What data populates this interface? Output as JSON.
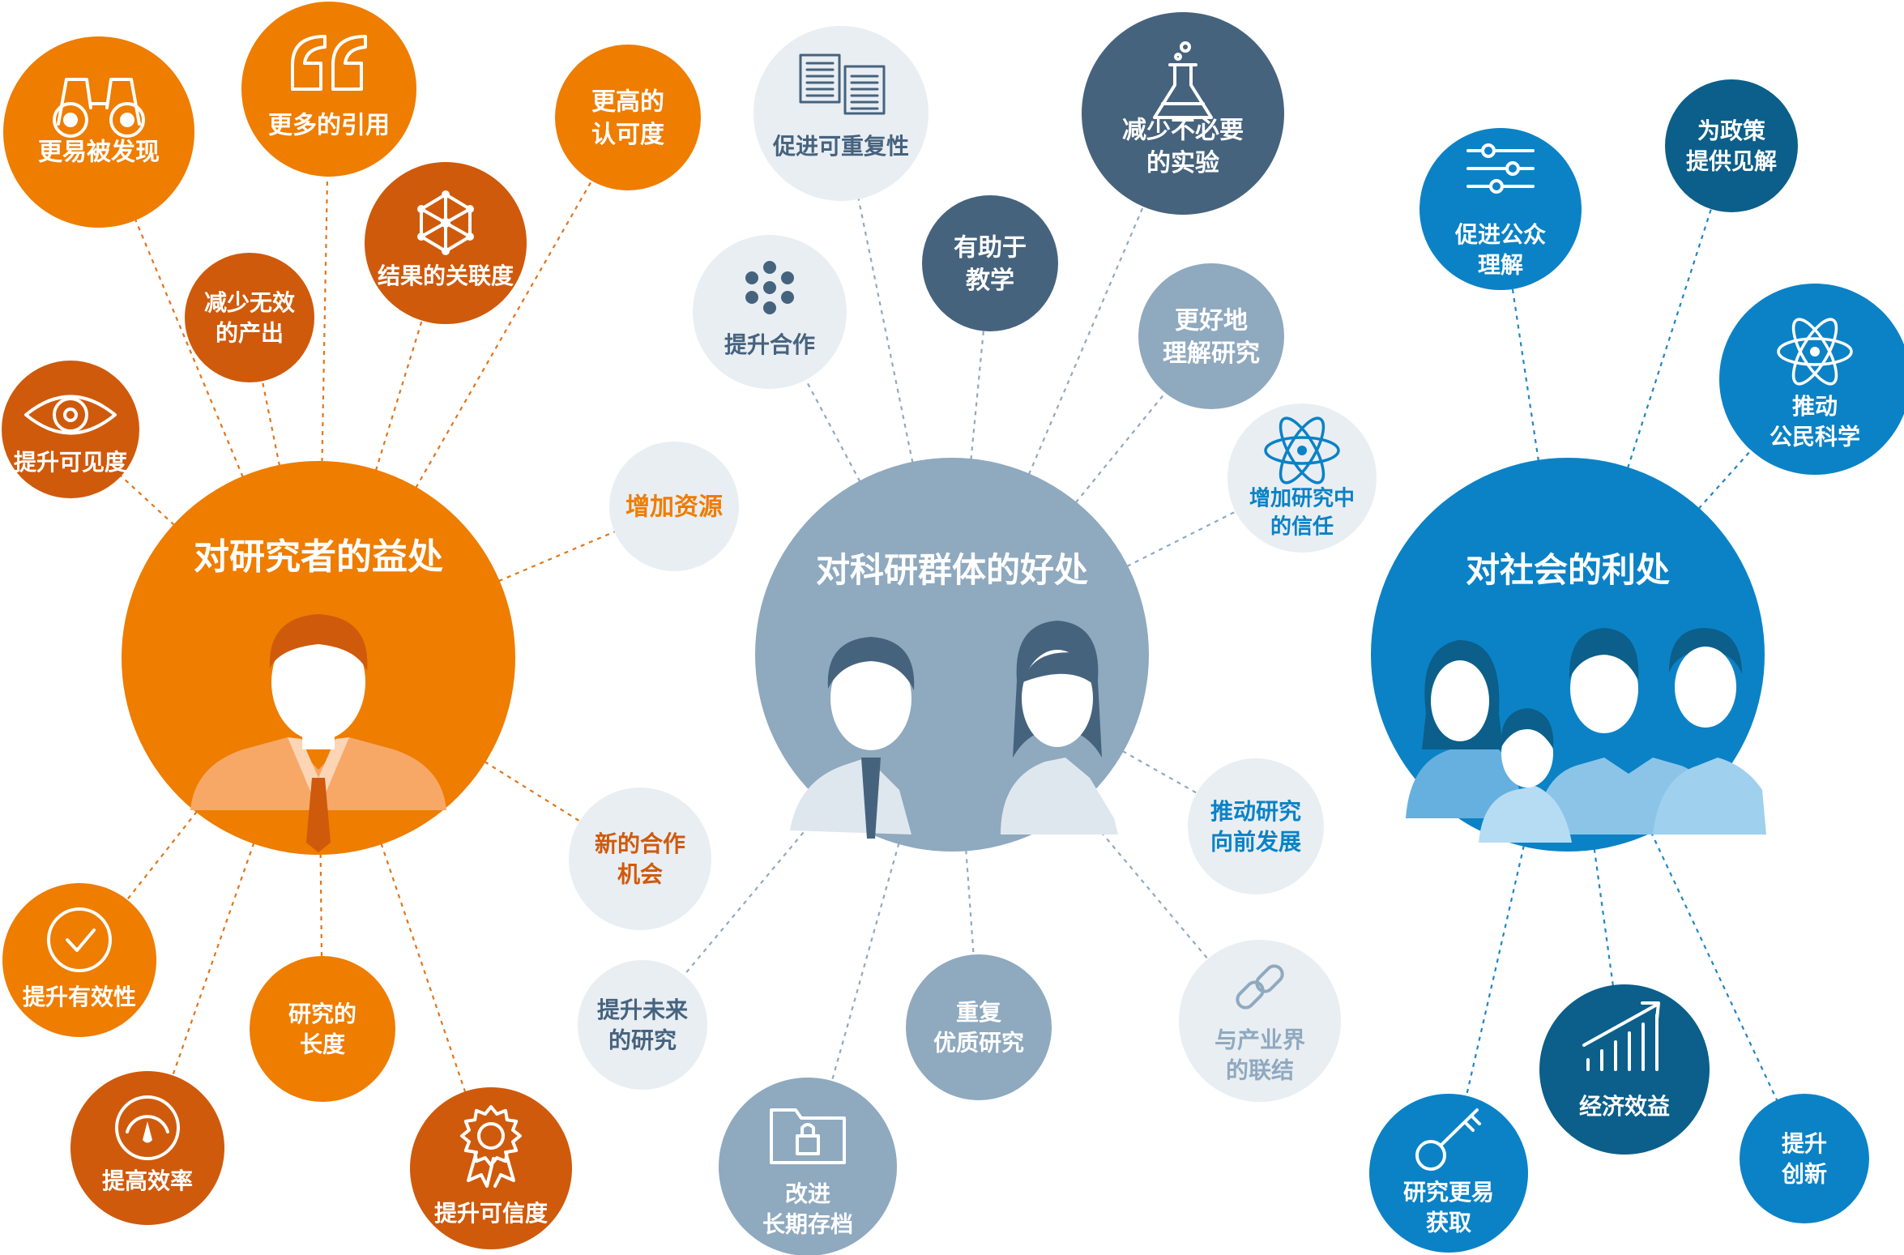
{
  "hubs": {
    "researchers": {
      "title": "对研究者的益处"
    },
    "community": {
      "title": "对科研群体的好处"
    },
    "society": {
      "title": "对社会的利处"
    }
  },
  "nodes": {
    "discover": {
      "lines": [
        "更易被发现"
      ]
    },
    "citations": {
      "lines": [
        "更多的引用"
      ]
    },
    "recognition": {
      "lines": [
        "更高的",
        "认可度"
      ]
    },
    "relevance": {
      "lines": [
        "结果的关联度"
      ]
    },
    "less_waste": {
      "lines": [
        "减少无效",
        "的产出"
      ]
    },
    "visibility": {
      "lines": [
        "提升可见度"
      ]
    },
    "validity": {
      "lines": [
        "提升有效性"
      ]
    },
    "longevity": {
      "lines": [
        "研究的",
        "长度"
      ]
    },
    "efficiency": {
      "lines": [
        "提高效率"
      ]
    },
    "credibility": {
      "lines": [
        "提升可信度"
      ]
    },
    "resources": {
      "lines": [
        "增加资源"
      ]
    },
    "new_collab": {
      "lines": [
        "新的合作",
        "机会"
      ]
    },
    "future": {
      "lines": [
        "提升未来",
        "的研究"
      ]
    },
    "reproduce": {
      "lines": [
        "促进可重复性"
      ]
    },
    "collab": {
      "lines": [
        "提升合作"
      ]
    },
    "teaching": {
      "lines": [
        "有助于",
        "教学"
      ]
    },
    "fewer_exp": {
      "lines": [
        "减少不必要",
        "的实验"
      ]
    },
    "understand": {
      "lines": [
        "更好地",
        "理解研究"
      ]
    },
    "trust": {
      "lines": [
        "增加研究中",
        "的信任"
      ]
    },
    "advance": {
      "lines": [
        "推动研究",
        "向前发展"
      ]
    },
    "industry": {
      "lines": [
        "与产业界",
        "的联结"
      ]
    },
    "quality": {
      "lines": [
        "重复",
        "优质研究"
      ]
    },
    "archive": {
      "lines": [
        "改进",
        "长期存档"
      ]
    },
    "public": {
      "lines": [
        "促进公众",
        "理解"
      ]
    },
    "policy": {
      "lines": [
        "为政策",
        "提供见解"
      ]
    },
    "citizen": {
      "lines": [
        "推动",
        "公民科学"
      ]
    },
    "economic": {
      "lines": [
        "经济效益"
      ]
    },
    "access": {
      "lines": [
        "研究更易",
        "获取"
      ]
    },
    "innovation": {
      "lines": [
        "提升",
        "创新"
      ]
    }
  },
  "colors": {
    "orange": "#ee7d00",
    "orange_dark": "#cf5a0c",
    "slate": "#8fa9bf",
    "slate_dark": "#46637e",
    "pale": "#e9eef3",
    "blue": "#0b82c6",
    "blue_dark": "#0b5f8a"
  }
}
